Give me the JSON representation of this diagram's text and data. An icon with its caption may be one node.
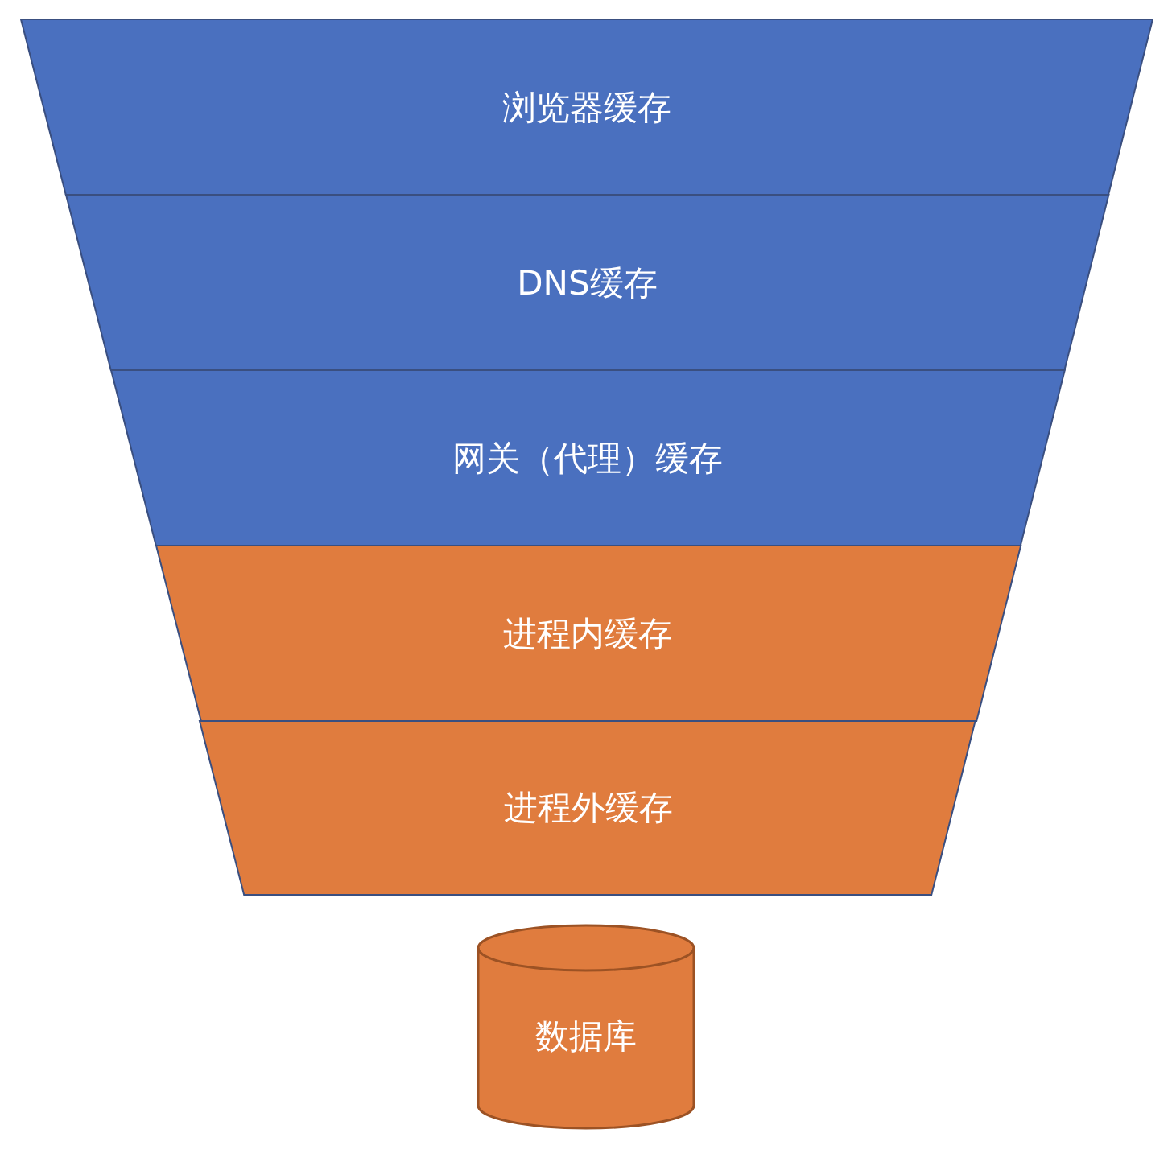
{
  "diagram": {
    "nodes": [
      {
        "text": [
          "浏览器缓存"
        ]
      },
      {
        "text": [
          "DNS缓存"
        ]
      },
      {
        "text": [
          "网关（代理）缓存"
        ]
      },
      {
        "text": [
          "进程内缓存"
        ]
      },
      {
        "text": [
          "进程外缓存"
        ]
      },
      {
        "text": [
          "数据库"
        ]
      }
    ]
  }
}
